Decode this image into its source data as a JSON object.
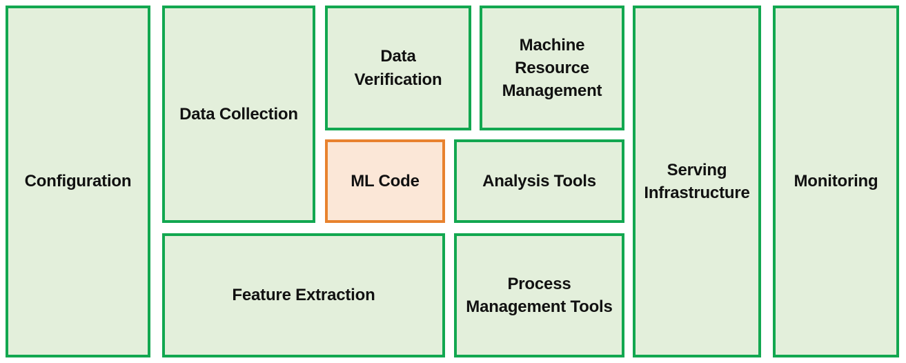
{
  "diagram": {
    "kind": "ml-system-components-block-diagram",
    "colors": {
      "background": "#ffffff",
      "green_border": "#12a750",
      "green_fill": "#e3efdb",
      "orange_border": "#e8822e",
      "orange_fill": "#fbe7d7",
      "label_text": "#111111"
    },
    "boxes": [
      {
        "id": "configuration",
        "label": "Configuration",
        "variant": "green"
      },
      {
        "id": "data-collection",
        "label": "Data Collection",
        "variant": "green"
      },
      {
        "id": "data-verification",
        "label": "Data\nVerification",
        "variant": "green"
      },
      {
        "id": "machine-resource-mgmt",
        "label": "Machine\nResource\nManagement",
        "variant": "green"
      },
      {
        "id": "ml-code",
        "label": "ML Code",
        "variant": "orange"
      },
      {
        "id": "analysis-tools",
        "label": "Analysis Tools",
        "variant": "green"
      },
      {
        "id": "feature-extraction",
        "label": "Feature Extraction",
        "variant": "green"
      },
      {
        "id": "process-management-tools",
        "label": "Process\nManagement Tools",
        "variant": "green"
      },
      {
        "id": "serving-infrastructure",
        "label": "Serving\nInfrastructure",
        "variant": "green"
      },
      {
        "id": "monitoring",
        "label": "Monitoring",
        "variant": "green"
      }
    ]
  }
}
